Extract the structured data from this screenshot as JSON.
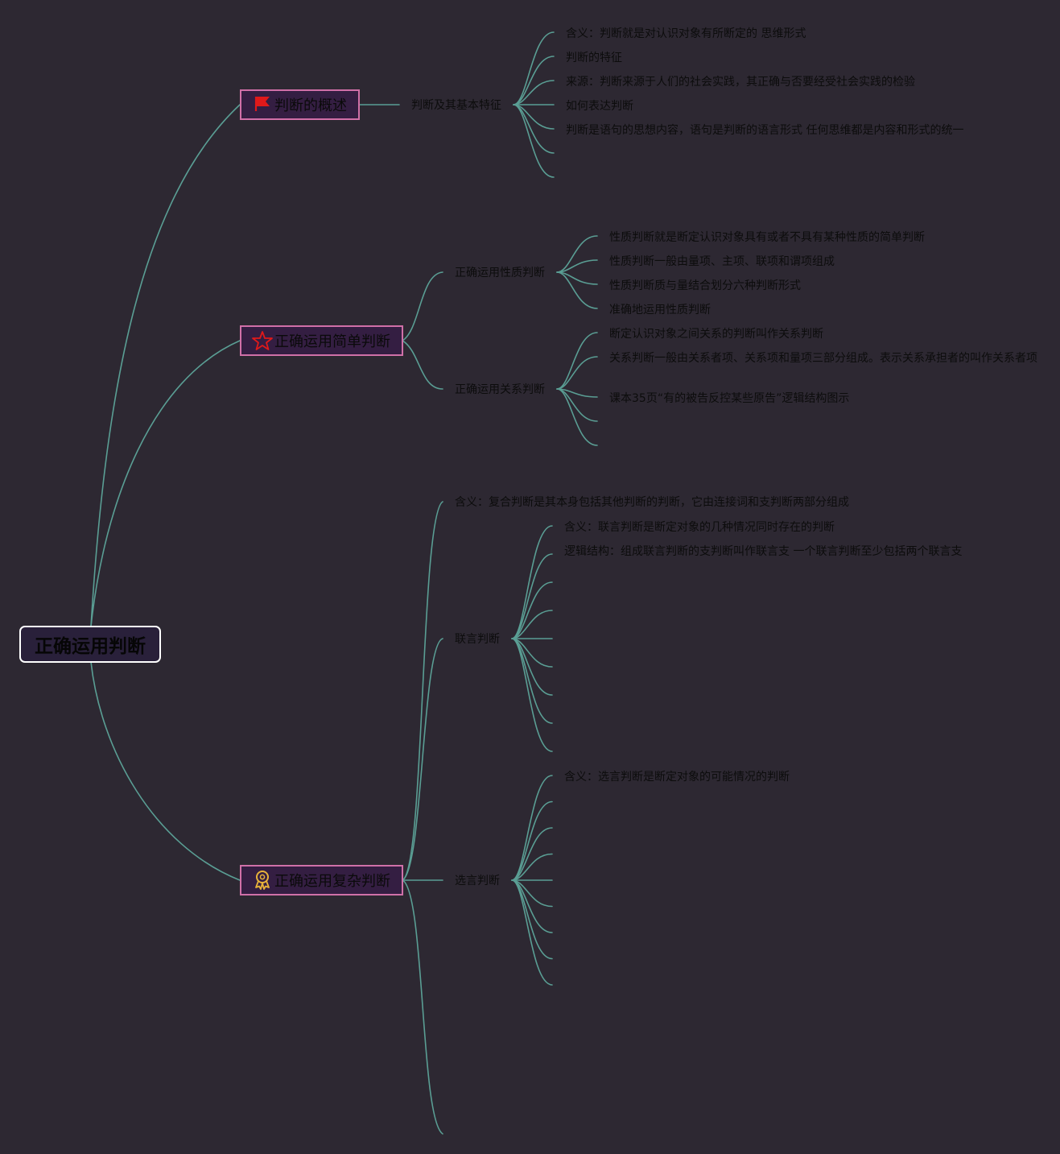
{
  "colors": {
    "background": "#2d2832",
    "edge": "#5a9e94",
    "root_border": "#ffffff",
    "root_fill": "#29203a",
    "main_border": "#d070a8",
    "main_fill": "#341e42",
    "text": "#0c0c0c",
    "flag_icon": "#e0191a",
    "star_icon": "#e0191a",
    "award_icon": "#e8b23a"
  },
  "root": {
    "label": "正确运用判断"
  },
  "branches": [
    {
      "label": "判断的概述",
      "icon": "flag-icon",
      "children": [
        {
          "label": "判断及其基本特征",
          "leaves": [
            "含义：判断就是对认识对象有所断定的 思维形式",
            "判断的特征",
            "来源：判断来源于人们的社会实践，其正确与否要经受社会实践的检验",
            "如何表达判断",
            "判断是语句的思想内容，语句是判断的语言形式 任何思维都是内容和形式的统一",
            "",
            ""
          ]
        }
      ]
    },
    {
      "label": "正确运用简单判断",
      "icon": "star-icon",
      "children": [
        {
          "label": "正确运用性质判断",
          "leaves": [
            "性质判断就是断定认识对象具有或者不具有某种性质的简单判断",
            "性质判断一般由量项、主项、联项和谓项组成",
            "性质判断质与量结合划分六种判断形式",
            "准确地运用性质判断"
          ]
        },
        {
          "label": "正确运用关系判断",
          "leaves": [
            "断定认识对象之间关系的判断叫作关系判断",
            "关系判断一般由关系者项、关系项和量项三部分组成。表示关系承担者的叫作关系者项",
            "课本35页“有的被告反控某些原告”逻辑结构图示",
            "",
            ""
          ]
        }
      ]
    },
    {
      "label": "正确运用复杂判断",
      "icon": "award-icon",
      "children": [
        {
          "label": "含义：复合判断是其本身包括其他判断的判断，它由连接词和支判断两部分组成",
          "leaves": []
        },
        {
          "label": "联言判断",
          "leaves": [
            "含义：联言判断是断定对象的几种情况同时存在的判断",
            "逻辑结构：组成联言判断的支判断叫作联言支 一个联言判断至少包括两个联言支",
            "",
            "",
            "",
            "",
            "",
            "",
            ""
          ]
        },
        {
          "label": "选言判断",
          "leaves": [
            "含义：选言判断是断定对象的可能情况的判断",
            "",
            "",
            "",
            "",
            "",
            "",
            "",
            ""
          ]
        },
        {
          "label": "",
          "leaves": []
        }
      ]
    }
  ]
}
